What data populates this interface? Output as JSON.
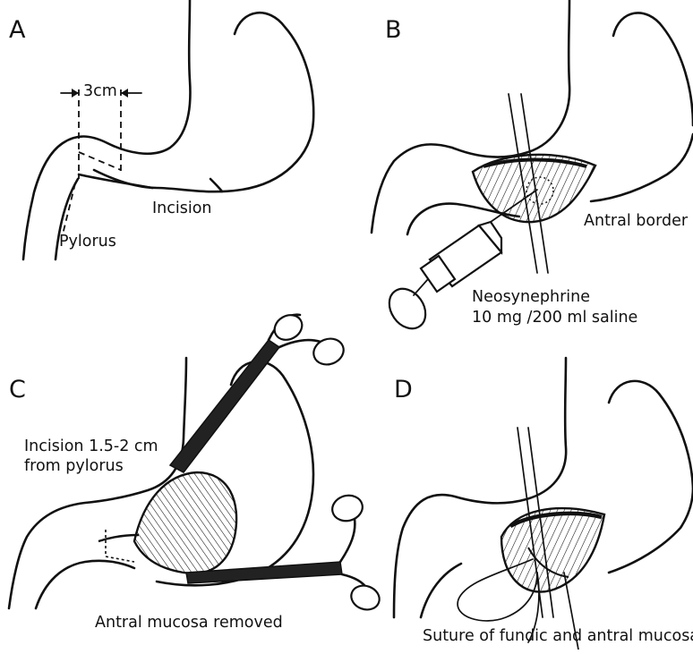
{
  "panels": {
    "a": {
      "letter": "A",
      "measure": "3cm",
      "incision": "Incision",
      "pylorus": "Pylorus"
    },
    "b": {
      "letter": "B",
      "antral_border": "Antral border",
      "drug_line1": "Neosynephrine",
      "drug_line2": "10 mg /200 ml saline"
    },
    "c": {
      "letter": "C",
      "incision_line1": "Incision 1.5-2 cm",
      "incision_line2": "from pylorus",
      "caption": "Antral mucosa removed"
    },
    "d": {
      "letter": "D",
      "caption": "Suture of fundic and antral mucosa"
    }
  }
}
